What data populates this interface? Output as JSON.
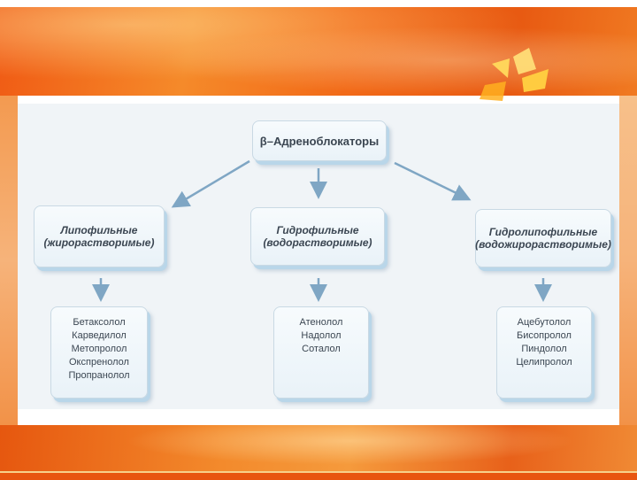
{
  "root": {
    "label": "β–Адреноблокаторы"
  },
  "groups": [
    {
      "title": "Липофильные",
      "subtitle": "(жирорастворимые)",
      "drugs": [
        "Бетаксолол",
        "Карведилол",
        "Метопролол",
        "Окспренолол",
        "Пропранолол"
      ]
    },
    {
      "title": "Гидрофильные",
      "subtitle": "(водорастворимые)",
      "drugs": [
        "Атенолол",
        "Надолол",
        "Соталол"
      ]
    },
    {
      "title": "Гидролипофильные",
      "subtitle": "(водожирорастворимые)",
      "drugs": [
        "Ацебутолол",
        "Бисопролол",
        "Пиндолол",
        "Целипролол"
      ]
    }
  ],
  "colors": {
    "arrow": "#7fa6c4",
    "box_text": "#3b4652",
    "band": "#f07a22"
  }
}
